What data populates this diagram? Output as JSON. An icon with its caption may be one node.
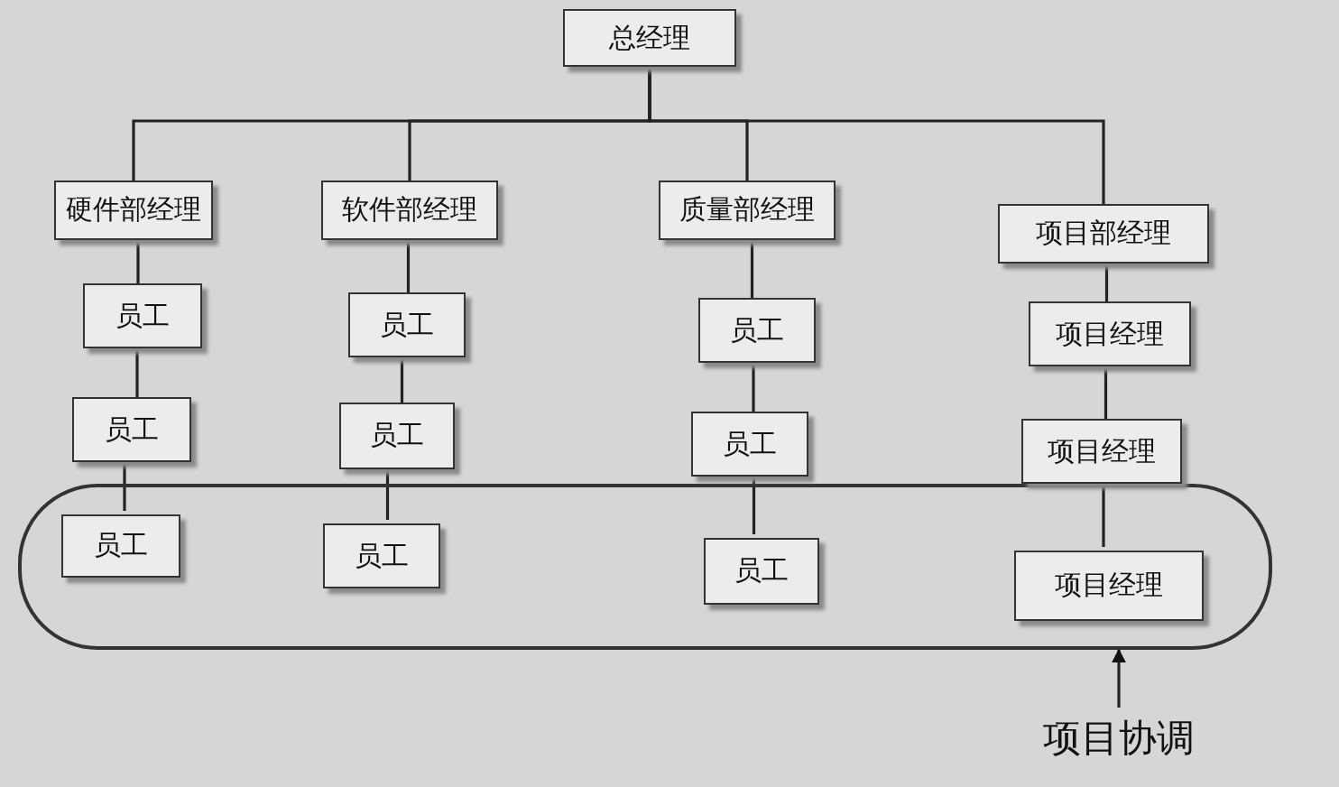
{
  "diagram": {
    "nodes": [
      {
        "text": [
          "总经理"
        ]
      },
      {
        "text": [
          "硬件部经理"
        ]
      },
      {
        "text": [
          "软件部经理"
        ]
      },
      {
        "text": [
          "质量部经理"
        ]
      },
      {
        "text": [
          "项目部经理"
        ]
      },
      {
        "text": [],
        "shape": "box"
      },
      {
        "text": [
          "员工"
        ]
      },
      {
        "text": [
          "员工"
        ]
      },
      {
        "text": [
          "员工"
        ],
        "in": 5
      },
      {
        "text": [
          "员工"
        ]
      },
      {
        "text": [
          "员工"
        ]
      },
      {
        "text": [
          "员工"
        ],
        "in": 5
      },
      {
        "text": [
          "员工"
        ]
      },
      {
        "text": [
          "员工"
        ]
      },
      {
        "text": [
          "员工"
        ],
        "in": 5
      },
      {
        "text": [
          "项目经理"
        ]
      },
      {
        "text": [
          "项目经理"
        ]
      },
      {
        "text": [
          "项目经理"
        ],
        "in": 5
      },
      {
        "text": [
          "项目协调"
        ]
      }
    ],
    "edges": [
      {
        "from": 0,
        "to": 1,
        "arrow": "none"
      },
      {
        "from": 0,
        "to": 2,
        "arrow": "none"
      },
      {
        "from": 0,
        "to": 3,
        "arrow": "none"
      },
      {
        "from": 0,
        "to": 4,
        "arrow": "none"
      },
      {
        "from": 1,
        "to": 6,
        "arrow": "none"
      },
      {
        "from": 6,
        "to": 7,
        "arrow": "none"
      },
      {
        "from": 7,
        "to": 8,
        "arrow": "none"
      },
      {
        "from": 2,
        "to": 9,
        "arrow": "none"
      },
      {
        "from": 9,
        "to": 10,
        "arrow": "none"
      },
      {
        "from": 10,
        "to": 11,
        "arrow": "none"
      },
      {
        "from": 3,
        "to": 12,
        "arrow": "none"
      },
      {
        "from": 12,
        "to": 13,
        "arrow": "none"
      },
      {
        "from": 13,
        "to": 14,
        "arrow": "none"
      },
      {
        "from": 4,
        "to": 15,
        "arrow": "none"
      },
      {
        "from": 15,
        "to": 16,
        "arrow": "none"
      },
      {
        "from": 16,
        "to": 17,
        "arrow": "none"
      },
      {
        "from": 18,
        "to": 5,
        "arrow": "to"
      }
    ]
  }
}
